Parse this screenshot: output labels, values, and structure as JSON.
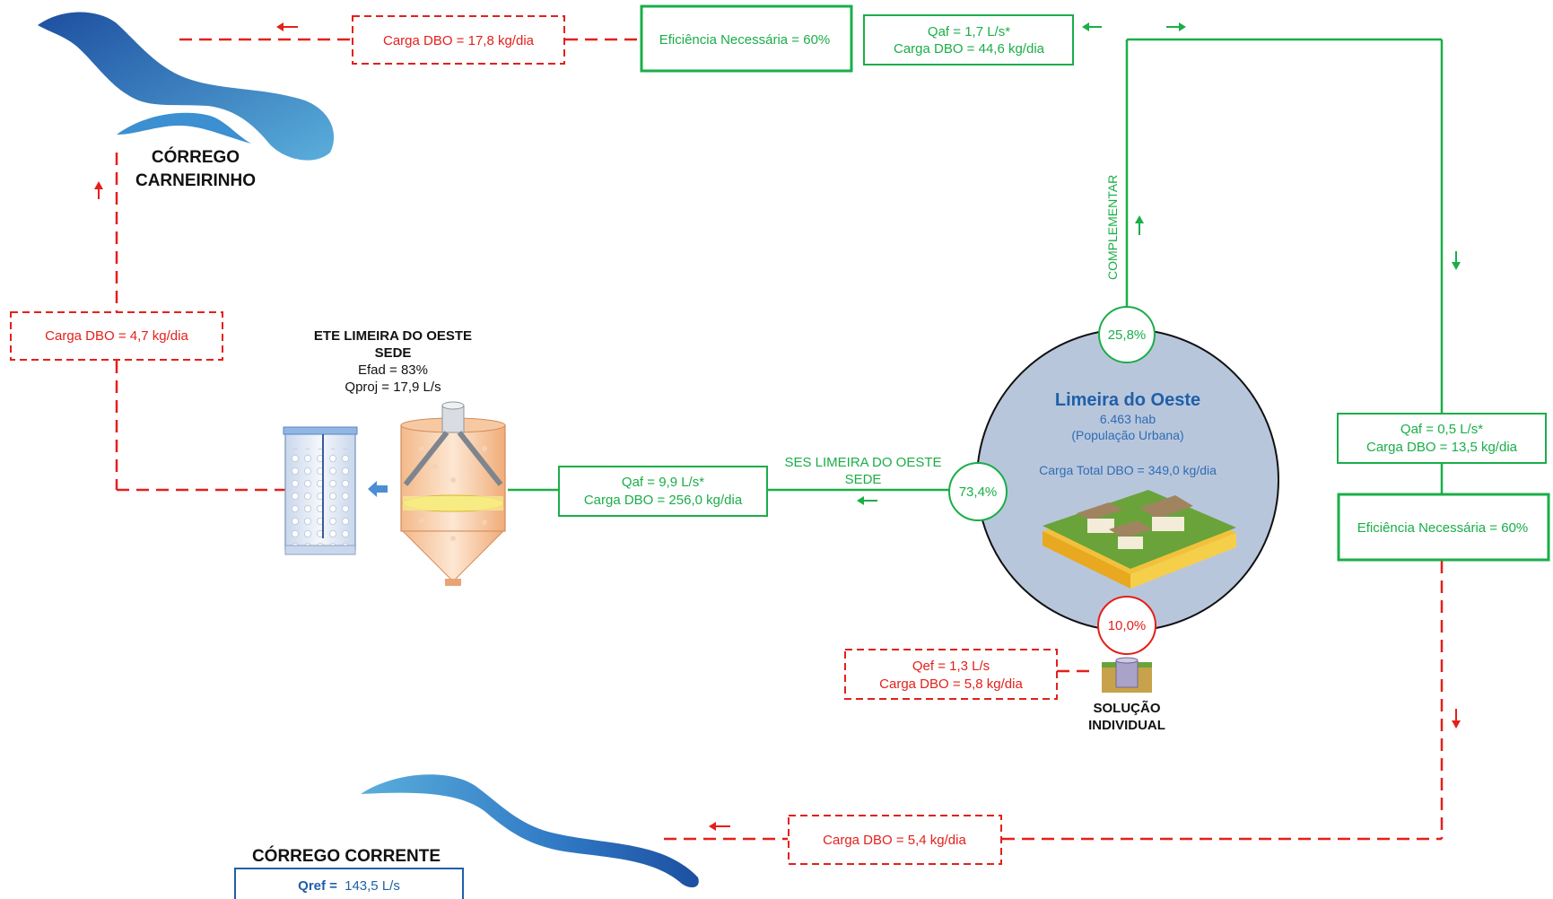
{
  "colors": {
    "green": "#1aae48",
    "red": "#e3201b",
    "blue_title": "#1f5fa8",
    "circle_fill": "#b8c6dc",
    "river_dark": "#1d4fa0",
    "river_light": "#5aaedb"
  },
  "rivers": {
    "carneirinho": {
      "line1": "CÓRREGO",
      "line2": "CARNEIRINHO"
    },
    "corrente": {
      "name": "CÓRREGO CORRENTE",
      "qref_label": "Qref =",
      "qref_value": "143,5 L/s"
    }
  },
  "city": {
    "name": "Limeira do Oeste",
    "population": "6.463 hab",
    "population_note": "(População Urbana)",
    "total_load": "Carga Total DBO = 349,0 kg/dia"
  },
  "shares": {
    "complementar": "25,8%",
    "ses": "73,4%",
    "individual": "10,0%"
  },
  "top_branch": {
    "load_to_river": "Carga DBO = 17,8 kg/dia",
    "efficiency": "Eficiência Necessária  = 60%",
    "flow": "Qaf = 1,7 L/s*",
    "load": "Carga DBO = 44,6 kg/dia",
    "vertical_label": "COMPLEMENTAR"
  },
  "right_branch": {
    "flow": "Qaf = 0,5 L/s*",
    "load": "Carga DBO = 13,5 kg/dia",
    "efficiency": "Eficiência Necessária  = 60%",
    "load_to_river": "Carga DBO = 5,4 kg/dia"
  },
  "ete": {
    "title_line1": "ETE LIMEIRA DO OESTE",
    "title_line2": "SEDE",
    "efad": "Efad = 83%",
    "qproj": "Qproj = 17,9 L/s",
    "effluent_load": "Carga DBO = 4,7 kg/dia"
  },
  "ses": {
    "label_line1": "SES LIMEIRA DO OESTE",
    "label_line2": "SEDE",
    "flow": "Qaf = 9,9 L/s*",
    "load": "Carga DBO = 256,0 kg/dia"
  },
  "individual": {
    "flow": "Qef = 1,3 L/s",
    "load": "Carga DBO = 5,8 kg/dia",
    "label_line1": "SOLUÇÃO",
    "label_line2": "INDIVIDUAL"
  }
}
